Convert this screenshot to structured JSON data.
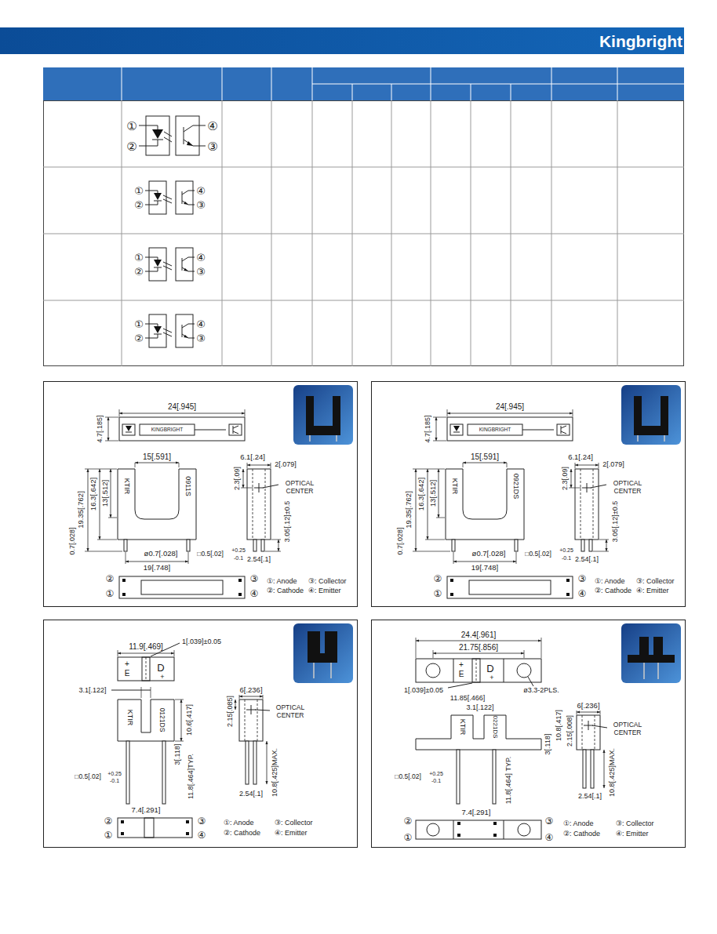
{
  "diagram": {
    "labels": [
      "Kingbright",
      "①",
      "④",
      "②",
      "③",
      "①",
      "④",
      "②",
      "③",
      "①",
      "④",
      "②",
      "③",
      "①",
      "④",
      "②",
      "③",
      "24[.945]",
      "4.7[.185]",
      "KINGBRIGHT",
      "15[.591]",
      "19.35[.762]",
      "16.3[.642]",
      "13[.512]",
      "KTIR",
      "0911S",
      "0.7[.028]",
      "ø0.7[.028]",
      "19[.748]",
      "□0.5[.02]",
      "+0.25",
      "-0.1",
      "6.1[.24]",
      "2[.079]",
      "2.3[.09]",
      "OPTICAL CENTER",
      "3.05[.12]±0.5",
      "2.54[.1]",
      "②",
      "①",
      "③",
      "④",
      "①: Anode",
      "③: Collector",
      "②: Cathode",
      "④: Emitter",
      "24[.945]",
      "4.7[.185]",
      "KINGBRIGHT",
      "15[.591]",
      "19.35[.762]",
      "16.3[.642]",
      "13[.512]",
      "KTIR",
      "0921DS",
      "0.7[.028]",
      "ø0.7[.028]",
      "19[.748]",
      "□0.5[.02]",
      "+0.25",
      "-0.1",
      "6.1[.24]",
      "2[.079]",
      "2.3[.09]",
      "OPTICAL CENTER",
      "3.05[.12]±0.5",
      "2.54[.1]",
      "②",
      "①",
      "③",
      "④",
      "①: Anode",
      "③: Collector",
      "②: Cathode",
      "④: Emitter",
      "11.9[.469]",
      "1[.039]±0.05",
      "+",
      "E",
      "D",
      "+",
      "3.1[.122]",
      "KTIR",
      "0121DS",
      "10.6[.417]",
      "6[.236]",
      "2.15[.085]",
      "OPTICAL CENTER",
      "3[.118]",
      "11.8[.464]TYP.",
      "□0.5[.02]",
      "+0.25",
      "-0.1",
      "10.8[.425]MAX.",
      "7.4[.291]",
      "2.54[.1]",
      "②",
      "①",
      "③",
      "④",
      "①: Anode",
      "③: Collector",
      "②: Cathode",
      "④: Emitter",
      "24.4[.961]",
      "21.75[.856]",
      "1[.039]±0.05",
      "ø3.3-2PLS.",
      "+",
      "E",
      "D",
      "+",
      "11.85[.466]",
      "3.1[.122]",
      "KTIR",
      "0221DS",
      "3[.118]",
      "10.8[.417]",
      "6[.236]",
      "2.15[.008]",
      "OPTICAL CENTER",
      "□0.5[.02]",
      "+0.25",
      "-0.1",
      "11.8[.464] TYP.",
      "10.8[.425]MAX.",
      "7.4[.291]",
      "2.54[.1]",
      "②",
      "①",
      "③",
      "④",
      "①: Anode",
      "③: Collector",
      "②: Cathode",
      "④: Emitter"
    ]
  }
}
